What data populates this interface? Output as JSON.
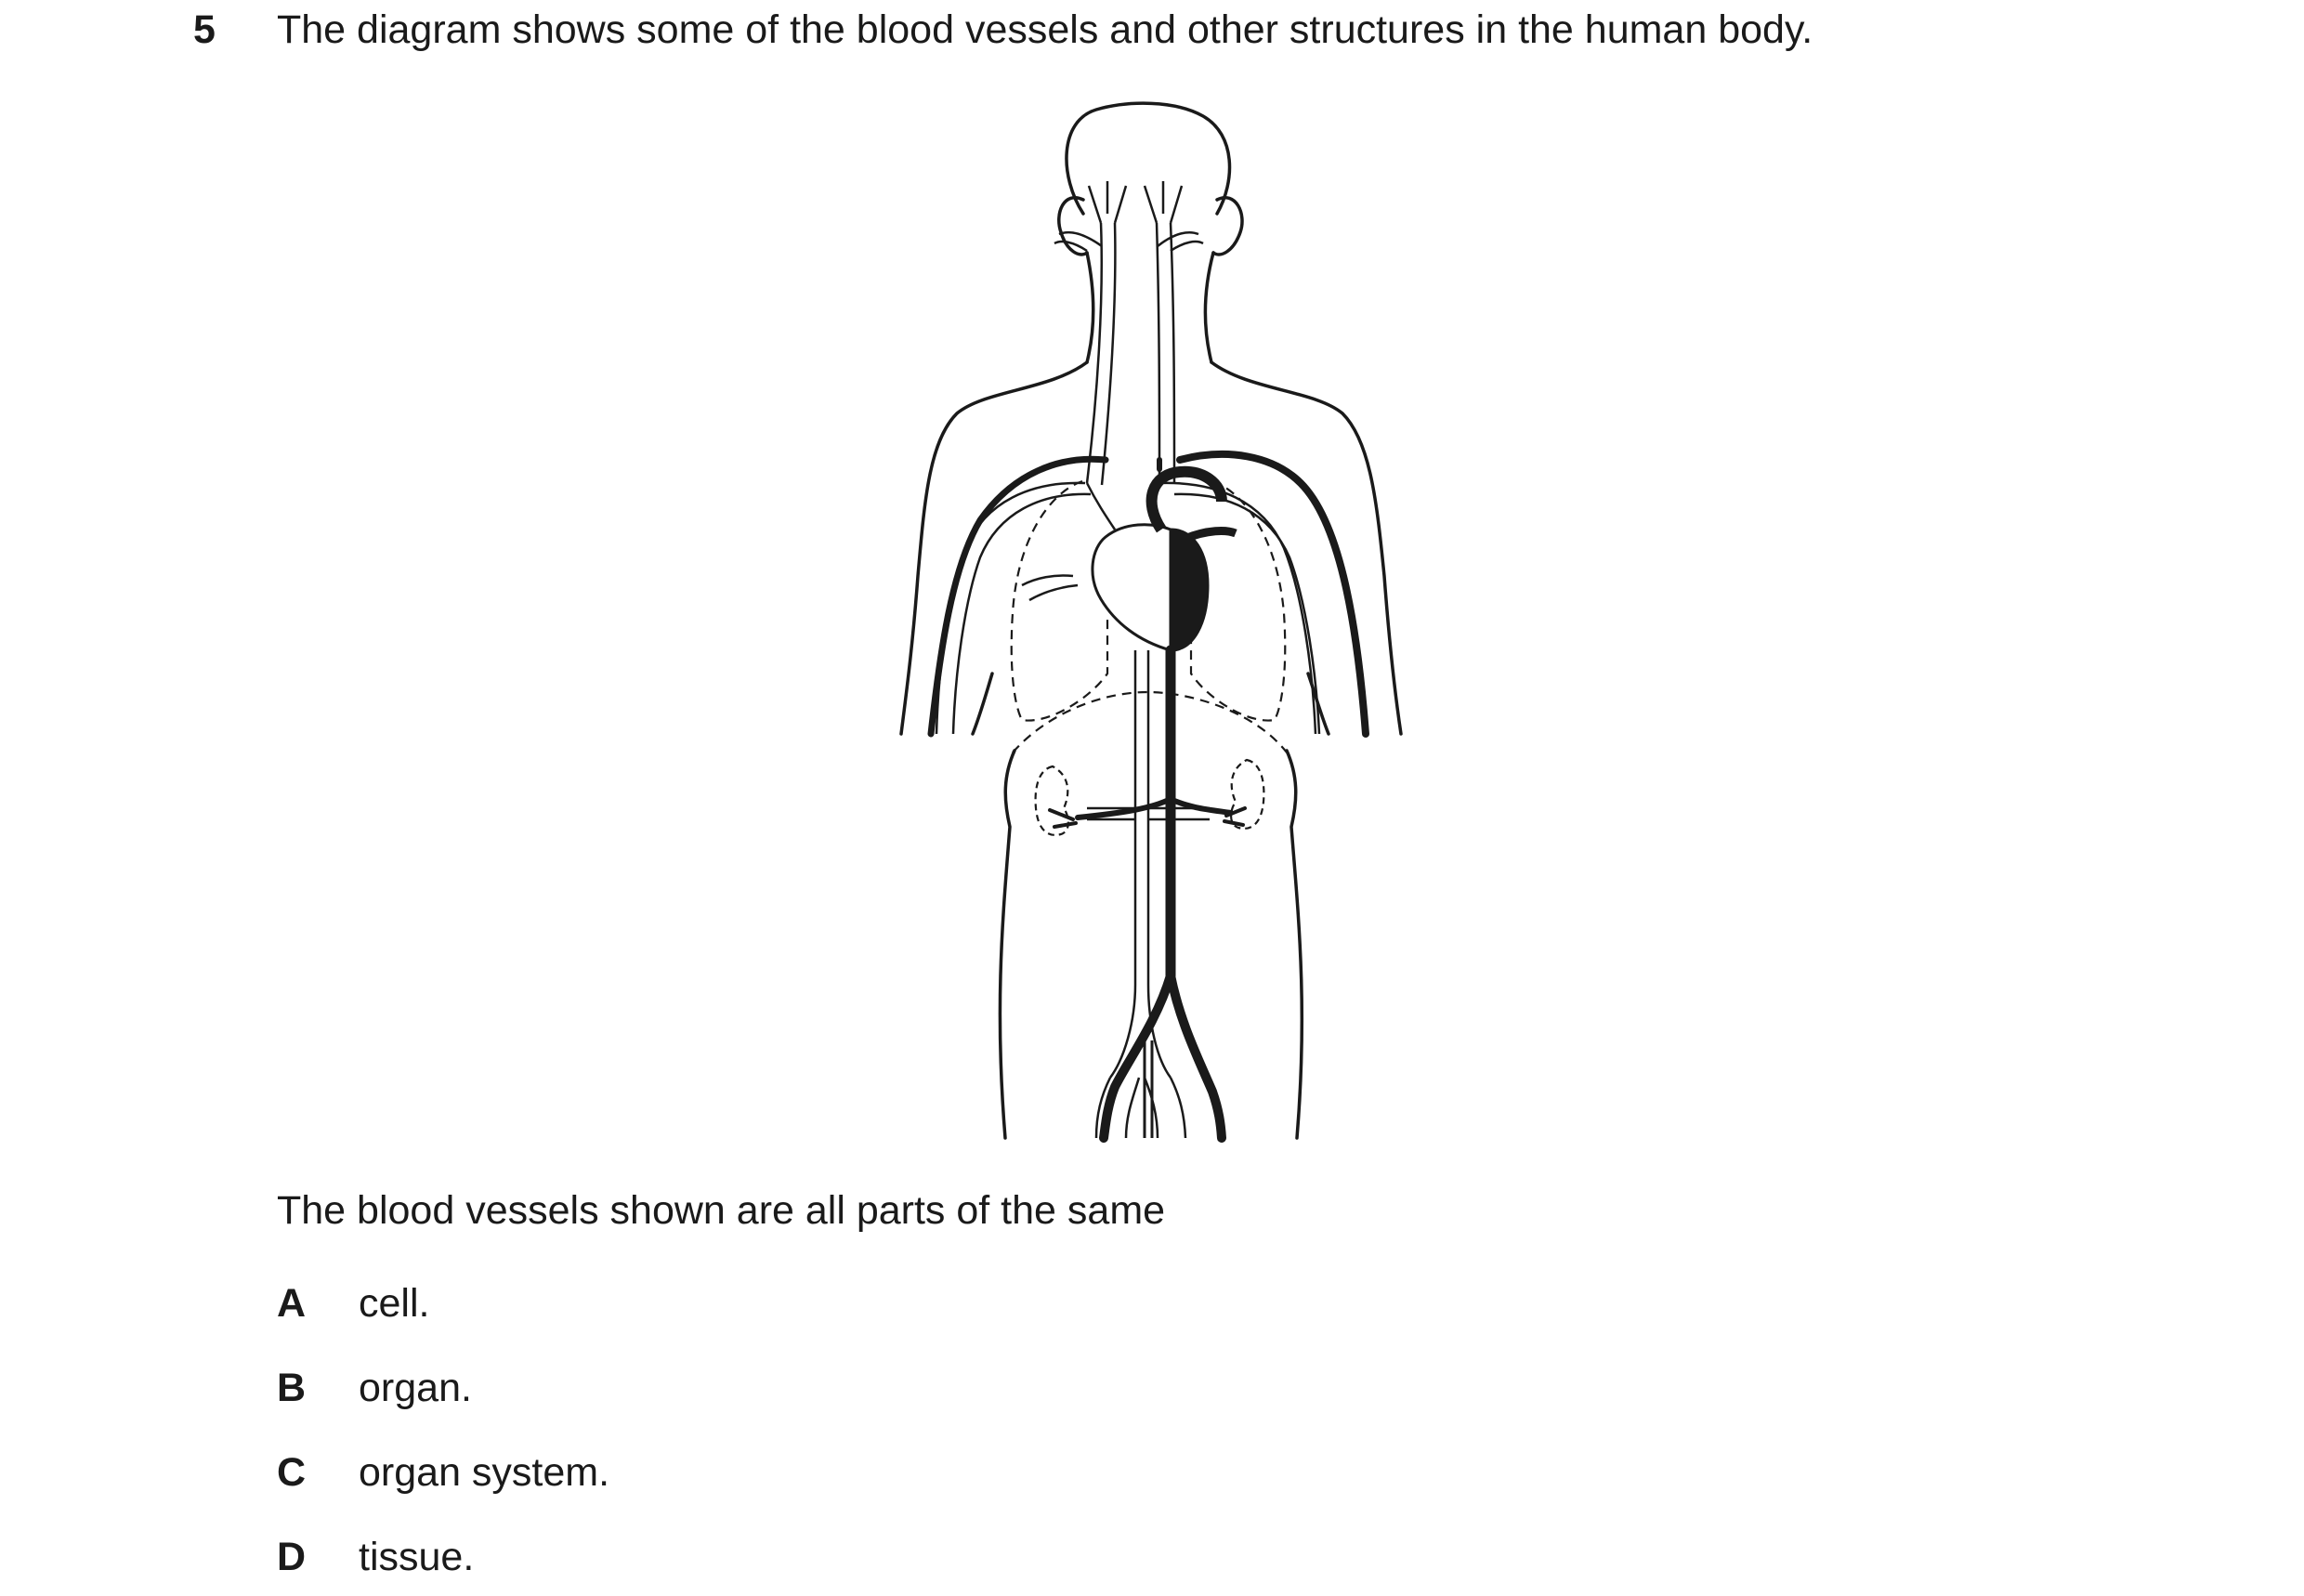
{
  "question": {
    "number": "5",
    "stem": "The diagram shows some of the blood vessels and other structures in the human body.",
    "lead_in": "The blood vessels shown are all parts of the same",
    "options": [
      {
        "letter": "A",
        "text": "cell."
      },
      {
        "letter": "B",
        "text": "organ."
      },
      {
        "letter": "C",
        "text": "organ system."
      },
      {
        "letter": "D",
        "text": "tissue."
      }
    ]
  },
  "figure": {
    "subject": "human-circulatory-system-diagram",
    "line_color": "#1a1a1a",
    "fill_color": "#ffffff"
  }
}
